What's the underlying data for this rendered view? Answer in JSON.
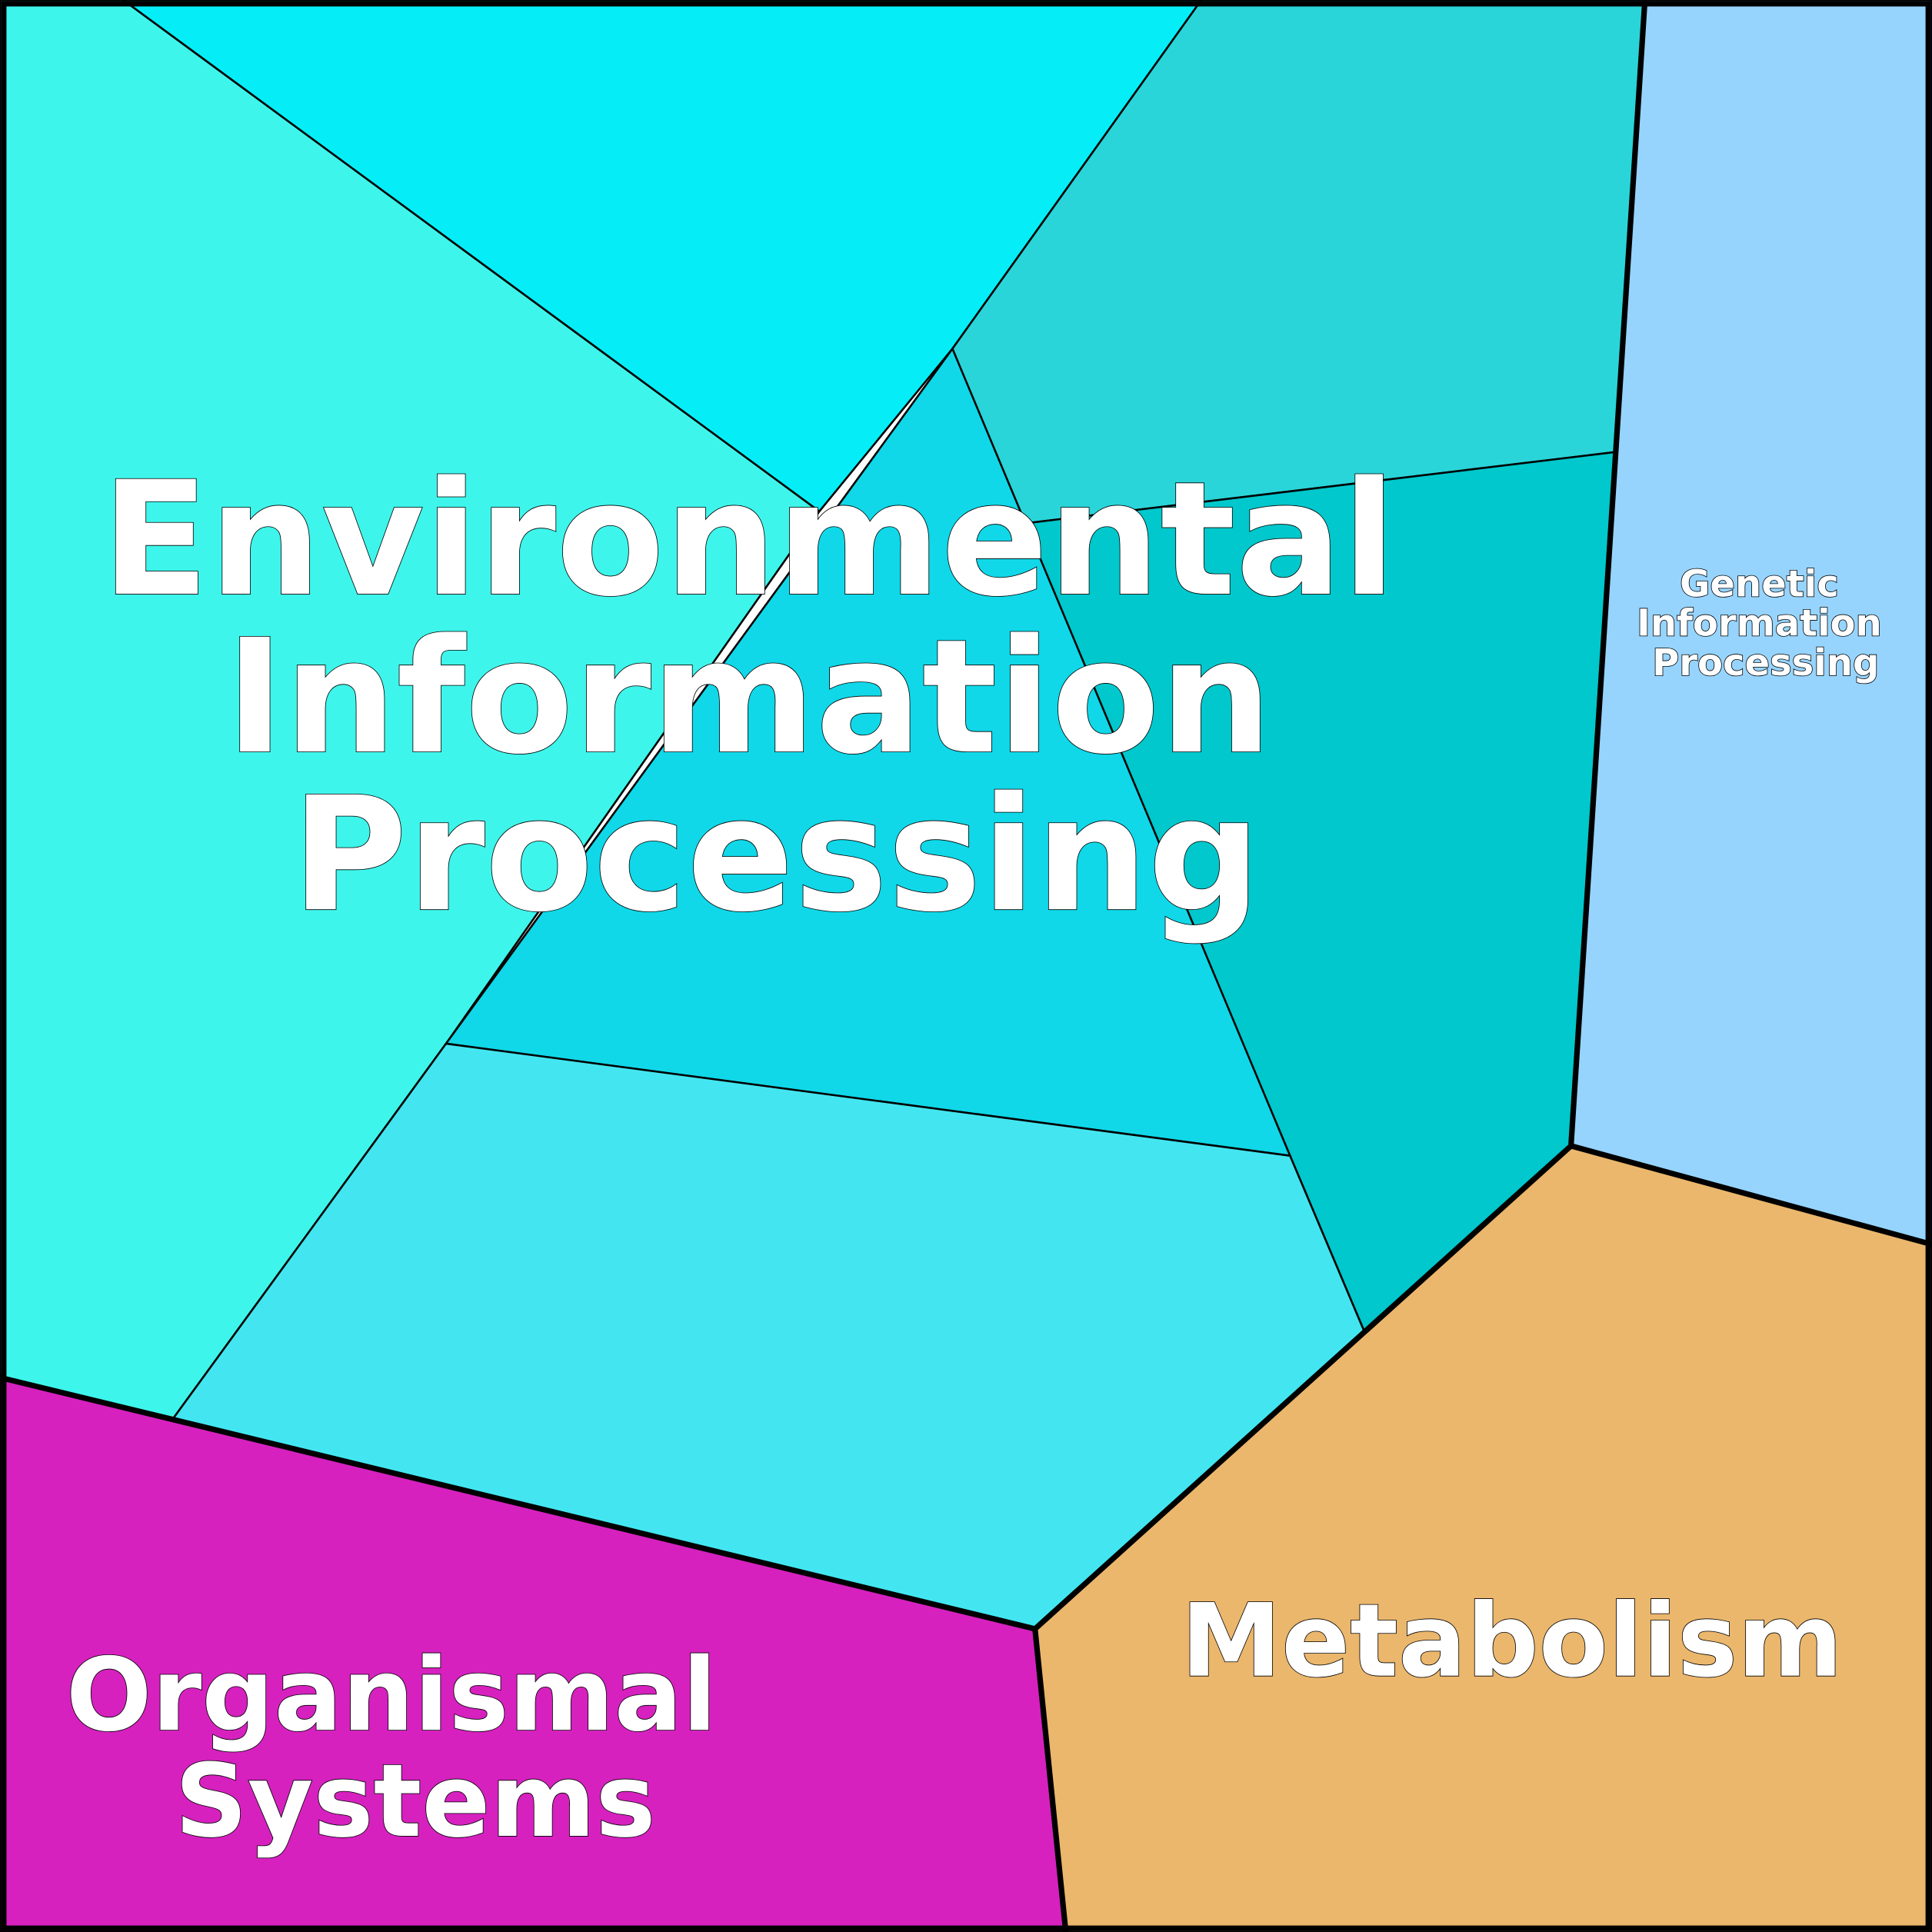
{
  "title": "Voronoi treemap of KEGG pathway categories",
  "categories": [
    {
      "label_lines": [
        "Environmental",
        "Information",
        "Processing"
      ],
      "color": "#05eef8"
    },
    {
      "label_lines": [
        "Genetic",
        "Information",
        "Processing"
      ],
      "color": "#96d4fe"
    },
    {
      "label_lines": [
        "Metabolism"
      ],
      "color": "#ebb76d"
    },
    {
      "label_lines": [
        "Organismal",
        "Systems"
      ],
      "color": "#d621bf"
    }
  ],
  "subcell_colors": [
    "#3ef5eb",
    "#05eef8",
    "#29d5d9",
    "#00c8cc",
    "#10d8e8",
    "#43e6f0"
  ]
}
